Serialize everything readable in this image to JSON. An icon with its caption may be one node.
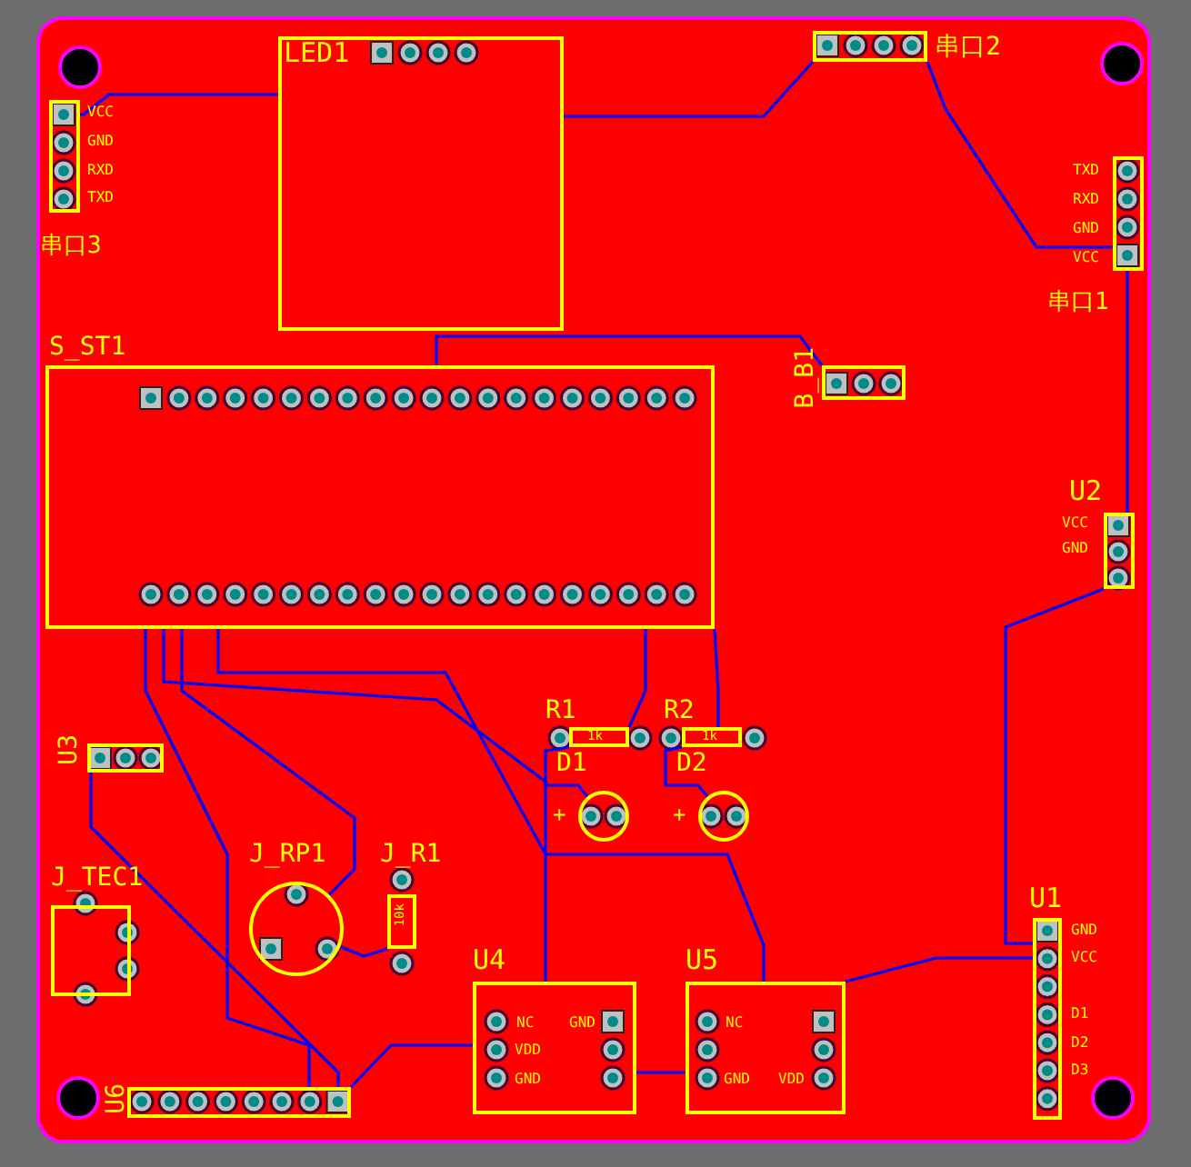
{
  "diagram": {
    "nodes": [
      {
        "text": [
          "LED1"
        ]
      },
      {
        "text": [
          "串口2"
        ]
      },
      {
        "text": [
          "串口3",
          "VCC",
          "GND",
          "RXD",
          "TXD"
        ]
      },
      {
        "text": [
          "串口1",
          "TXD",
          "RXD",
          "GND",
          "VCC"
        ]
      },
      {
        "text": [
          "S_ST1"
        ]
      },
      {
        "text": [
          "B_B1"
        ]
      },
      {
        "text": [
          "U2",
          "VCC",
          "GND"
        ]
      },
      {
        "text": [
          "U3"
        ]
      },
      {
        "text": [
          "R1",
          "1k"
        ]
      },
      {
        "text": [
          "R2",
          "1k"
        ]
      },
      {
        "text": [
          "D1",
          "+"
        ]
      },
      {
        "text": [
          "D2",
          "+"
        ]
      },
      {
        "text": [
          "J_RP1"
        ]
      },
      {
        "text": [
          "J_R1",
          "10k"
        ]
      },
      {
        "text": [
          "J_TEC1"
        ]
      },
      {
        "text": [
          "U1",
          "GND",
          "VCC",
          "D1",
          "D2",
          "D3"
        ]
      },
      {
        "text": [
          "U4",
          "NC",
          "GND",
          "VDD",
          "GND"
        ]
      },
      {
        "text": [
          "U5",
          "NC",
          "GND",
          "VDD"
        ]
      },
      {
        "text": [
          "U6"
        ]
      }
    ],
    "edges": [
      {
        "from": 2,
        "to": 0,
        "arrow": "none"
      },
      {
        "from": 0,
        "to": 1,
        "arrow": "none"
      },
      {
        "from": 1,
        "to": 3,
        "arrow": "none"
      },
      {
        "from": 3,
        "to": 6,
        "arrow": "none"
      },
      {
        "from": 6,
        "to": 15,
        "arrow": "none"
      },
      {
        "from": 17,
        "to": 15,
        "arrow": "none"
      },
      {
        "from": 16,
        "to": 17,
        "arrow": "none"
      },
      {
        "from": 5,
        "to": 4,
        "arrow": "none"
      },
      {
        "from": 7,
        "to": 18,
        "arrow": "none"
      },
      {
        "from": 4,
        "to": 18,
        "arrow": "none"
      },
      {
        "from": 4,
        "to": 12,
        "arrow": "none"
      },
      {
        "from": 12,
        "to": 13,
        "arrow": "none"
      },
      {
        "from": 4,
        "to": 8,
        "arrow": "none"
      },
      {
        "from": 4,
        "to": 9,
        "arrow": "none"
      },
      {
        "from": 8,
        "to": 10,
        "arrow": "none"
      },
      {
        "from": 9,
        "to": 11,
        "arrow": "none"
      },
      {
        "from": 4,
        "to": 16,
        "arrow": "none"
      },
      {
        "from": 4,
        "to": 17,
        "arrow": "none"
      },
      {
        "from": 18,
        "to": 16,
        "arrow": "none"
      }
    ]
  }
}
